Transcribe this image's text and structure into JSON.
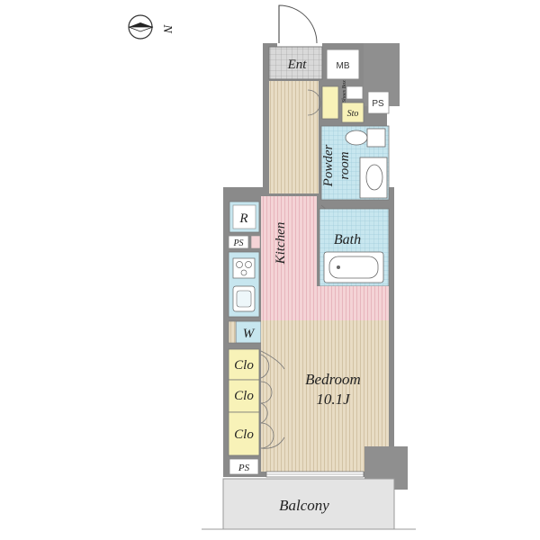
{
  "compass": {
    "direction_label": "N",
    "icon": "north-arrow-icon"
  },
  "rooms": {
    "entrance": "Ent",
    "meter_box": "MB",
    "shoes_box": "Shoes Box",
    "storage": "Sto",
    "pipe_space_top": "PS",
    "powder_room_line1": "Powder",
    "powder_room_line2": "room",
    "bath": "Bath",
    "refrigerator": "R",
    "pipe_space_mid": "PS",
    "kitchen": "Kitchen",
    "washer": "W",
    "closet_1": "Clo",
    "closet_2": "Clo",
    "closet_3": "Clo",
    "bedroom_name": "Bedroom",
    "bedroom_size": "10.1J",
    "pipe_space_bottom": "PS",
    "balcony": "Balcony"
  },
  "colors": {
    "wall": "#8a8a8a",
    "floor_wood": "#e6dcc6",
    "kitchen_pink": "#f2c8cf",
    "wet_area_blue": "#bfe3ec",
    "closet_yellow": "#f8f2b8",
    "balcony_gray": "#e4e4e4",
    "entrance_tile": "#d4d4d4",
    "column_gray": "#8f8f8f"
  }
}
